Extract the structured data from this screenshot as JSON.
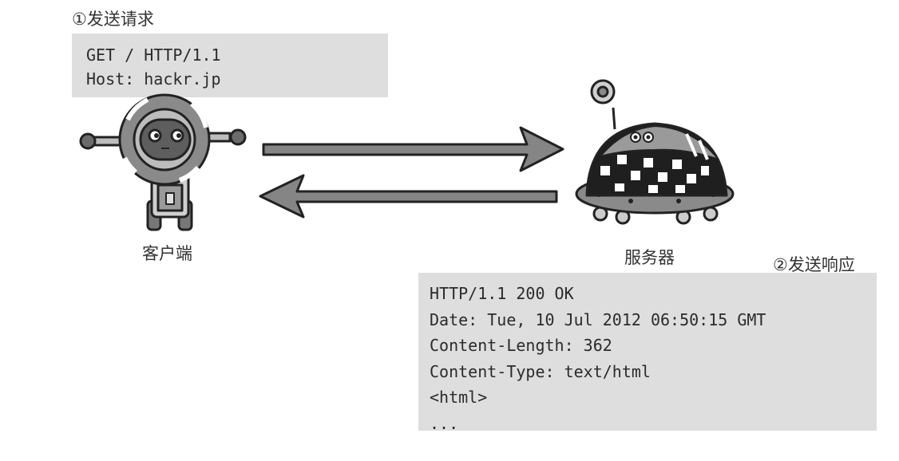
{
  "request": {
    "label": "①发送请求",
    "lines": [
      "GET / HTTP/1.1",
      "Host: hackr.jp"
    ]
  },
  "response": {
    "label": "②发送响应",
    "lines": [
      "HTTP/1.1 200 OK",
      "Date: Tue, 10 Jul 2012 06:50:15 GMT",
      "Content-Length: 362",
      "Content-Type: text/html",
      "<html>",
      "..."
    ]
  },
  "client": {
    "label": "客户端"
  },
  "server": {
    "label": "服务器"
  }
}
